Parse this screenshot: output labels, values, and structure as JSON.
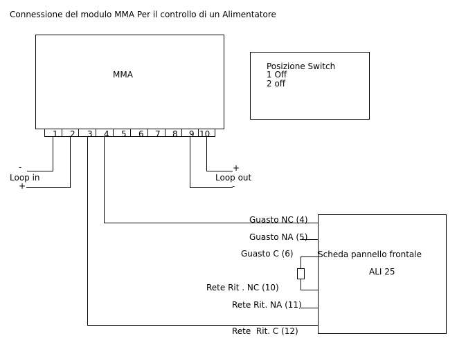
{
  "title": "Connessione del modulo MMA Per il controllo di un Alimentatore",
  "mma": {
    "label": "MMA",
    "terminals": [
      "1",
      "2",
      "3",
      "4",
      "5",
      "6",
      "7",
      "8",
      "9",
      "10"
    ]
  },
  "switch_box": {
    "title": "Posizione Switch",
    "lines": [
      "1 Off",
      "2 off"
    ]
  },
  "loop_in": {
    "label": "Loop in",
    "minus": "-",
    "plus": "+"
  },
  "loop_out": {
    "label": "Loop out",
    "minus": "-",
    "plus": "+"
  },
  "ali": {
    "label": "Scheda pannello frontale",
    "model": "ALI 25",
    "connections": [
      "Guasto NC (4)",
      "Guasto NA (5)",
      "Guasto C (6)",
      "Rete Rit . NC (10)",
      "Rete Rit. NA (11)",
      "Rete  Rit. C (12)"
    ]
  }
}
